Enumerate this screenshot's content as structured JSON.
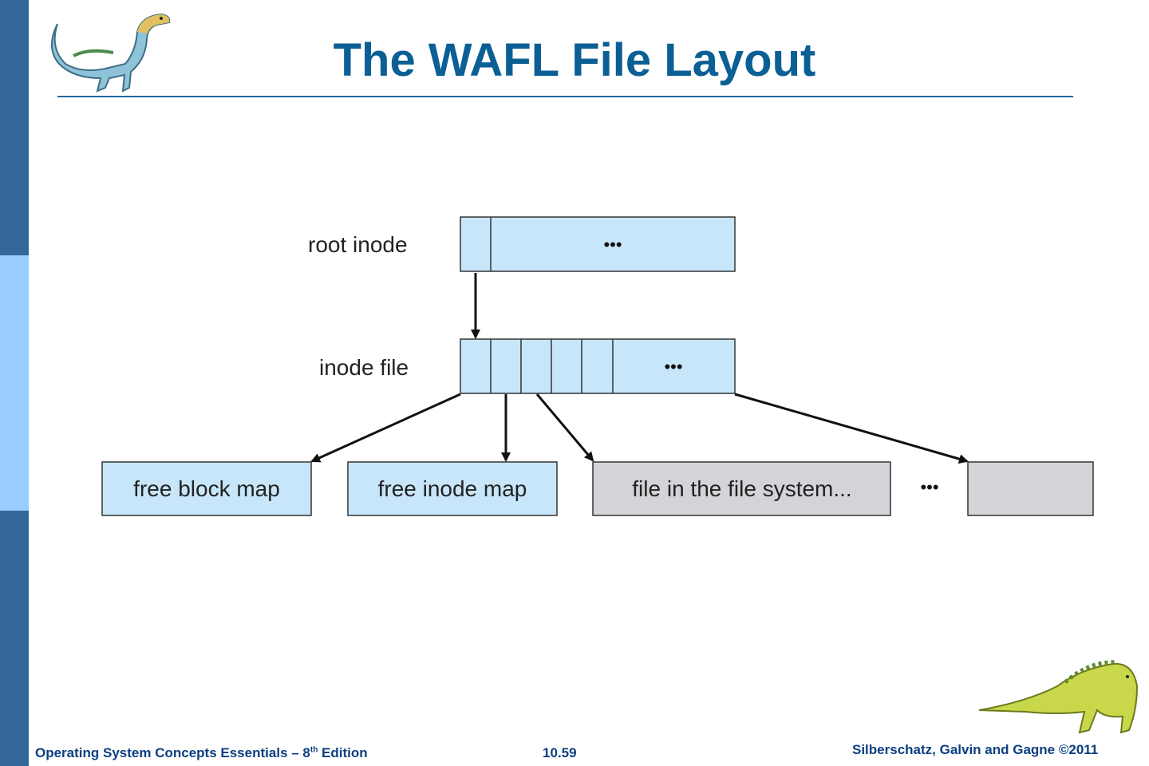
{
  "slide": {
    "title": "The WAFL File Layout",
    "footer_left_prefix": "Operating System Concepts Essentials  – 8",
    "footer_left_sup": "th",
    "footer_left_suffix": " Edition",
    "footer_center": "10.59",
    "footer_right": "Silberschatz, Galvin and Gagne ©2011"
  },
  "diagram": {
    "root_label": "root inode",
    "inode_label": "inode file",
    "ellipsis": "•••",
    "boxes": {
      "free_block_map": "free block map",
      "free_inode_map": "free inode map",
      "file_in_fs": "file in the file system..."
    }
  },
  "colors": {
    "sidebar": "#336699",
    "sidebar_light": "#99ccff",
    "title": "#0b5f95",
    "box_blue": "#c8e6fa",
    "box_gray": "#d4d4d8"
  }
}
